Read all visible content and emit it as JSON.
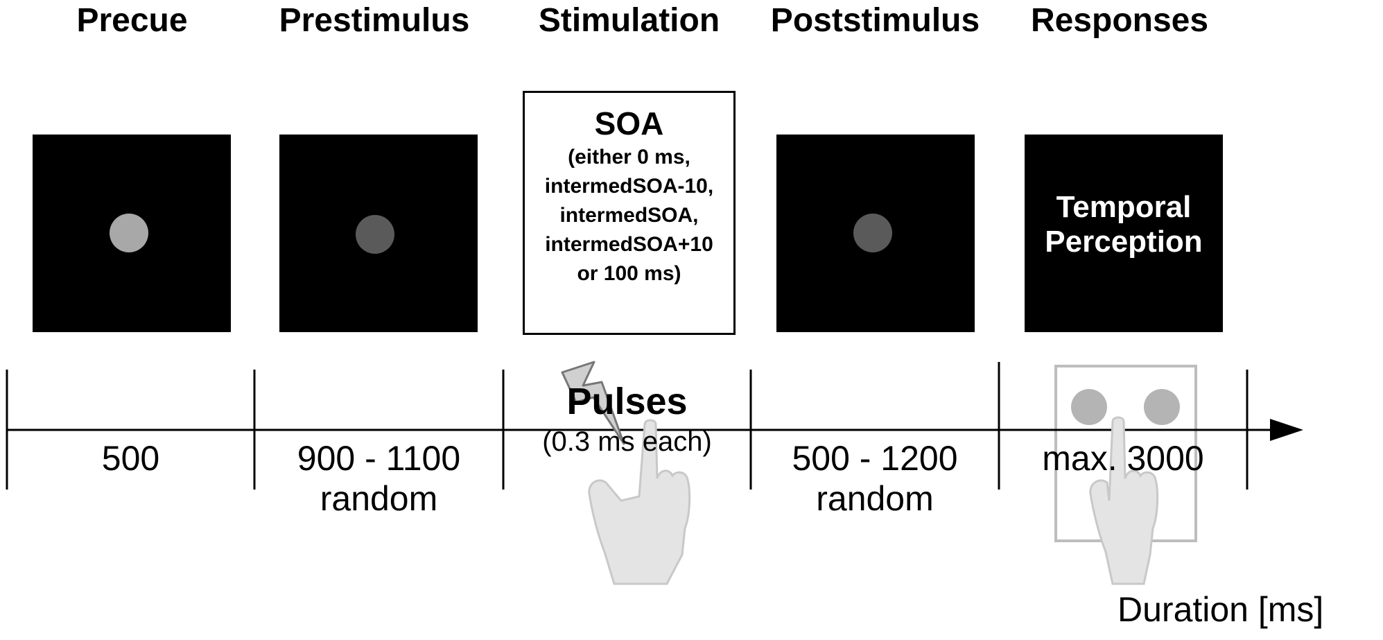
{
  "phases": [
    {
      "title": "Precue",
      "duration": "500"
    },
    {
      "title": "Prestimulus",
      "duration": "900 - 1100",
      "note": "random"
    },
    {
      "title": "Stimulation"
    },
    {
      "title": "Poststimulus",
      "duration": "500 - 1200",
      "note": "random"
    },
    {
      "title": "Responses",
      "duration": "max. 3000"
    }
  ],
  "soa": {
    "title": "SOA",
    "lines": [
      "(either 0 ms,",
      "intermedSOA-10,",
      "intermedSOA,",
      "intermedSOA+10",
      "or 100 ms)"
    ]
  },
  "pulses": {
    "title": "Pulses",
    "subtitle": "(0.3 ms each)"
  },
  "response_screen": {
    "lines": [
      "Temporal",
      "Perception"
    ]
  },
  "axis_label": "Duration [ms]",
  "colors": {
    "screen": "#000000",
    "precue_dot": "#a8a8a8",
    "stimulus_dot": "#5a5a5a",
    "response_dots": "#b4b4b4",
    "hand": "#e4e4e4",
    "hand_outline": "#c8c8c8",
    "response_box": "#bdbdbd"
  },
  "icons": [
    "lightning-bolt-icon",
    "pointing-hand-icon",
    "response-box-icon",
    "arrow-head-icon"
  ]
}
